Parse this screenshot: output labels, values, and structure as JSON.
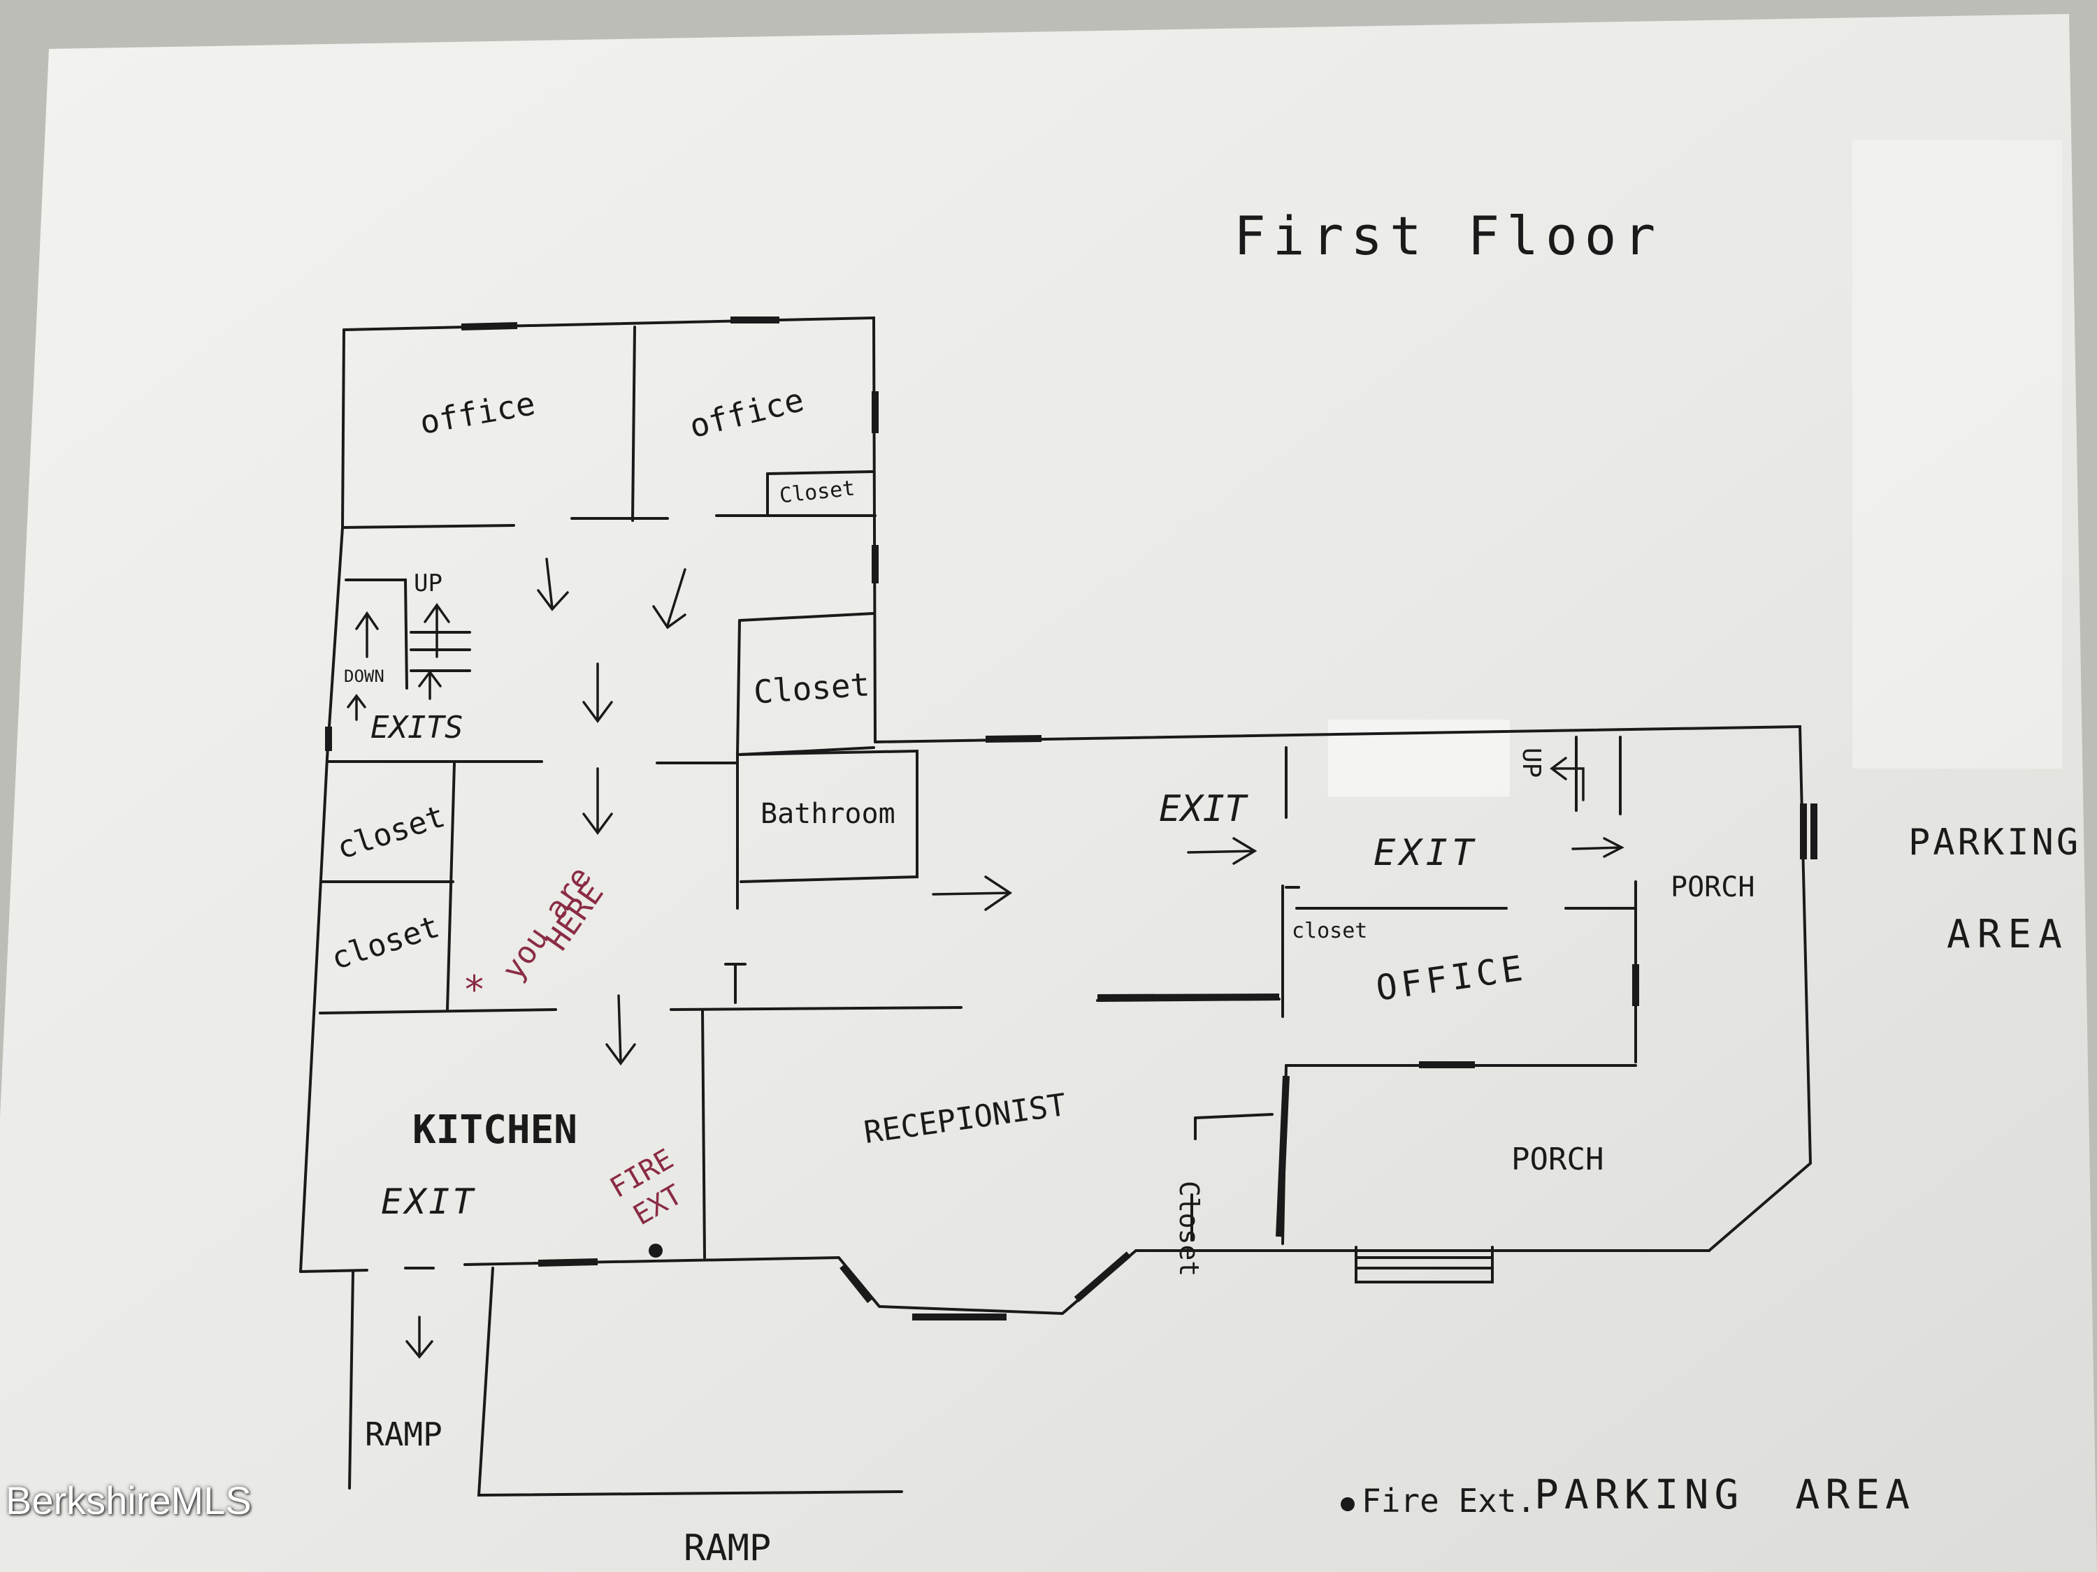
{
  "title": "First Floor",
  "rooms": {
    "office_left": "office",
    "office_right": "office",
    "closet_small": "Closet",
    "closet_mid": "Closet",
    "bathroom": "Bathroom",
    "closet_left_upper": "closet",
    "closet_left_lower": "closet",
    "kitchen": "KITCHEN",
    "receptionist": "RECEPIONIST",
    "office_right_block": "OFFICE",
    "closet_office": "closet",
    "closet_vertical": "Closet",
    "porch_upper": "PORCH",
    "porch_lower": "PORCH"
  },
  "stairs": {
    "up_left": "UP",
    "down_left": "DOWN",
    "up_right": "UP"
  },
  "exits": {
    "exits_left": "EXITS",
    "exit_center": "EXIT",
    "exit_right": "EXIT",
    "exit_kitchen": "EXIT"
  },
  "annotations": {
    "you_are": "you are",
    "here": "HERE",
    "fire": "FIRE",
    "ext": "EXT"
  },
  "outside": {
    "parking_right_1": "PARKING",
    "parking_right_2": "AREA",
    "ramp_1": "RAMP",
    "ramp_2": "RAMP",
    "legend_fire": "Fire Ext.",
    "parking_bottom": "PARKING AREA"
  },
  "watermark": "BerkshireMLS",
  "colors": {
    "ink": "#1a1a1a",
    "red_ink": "#8a2b45",
    "paper": "#e9e9e6"
  }
}
